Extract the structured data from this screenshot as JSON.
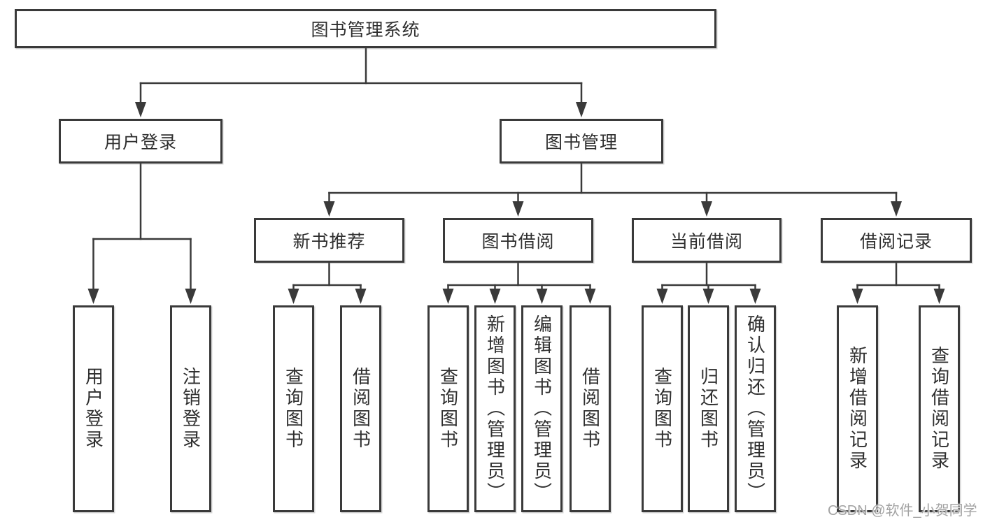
{
  "diagram": {
    "type": "hierarchy",
    "tree": {
      "label": "图书管理系统",
      "children": [
        {
          "label": "用户登录",
          "children": [
            {
              "label": "用户登录"
            },
            {
              "label": "注销登录"
            }
          ]
        },
        {
          "label": "图书管理",
          "children": [
            {
              "label": "新书推荐",
              "children": [
                {
                  "label": "查询图书"
                },
                {
                  "label": "借阅图书"
                }
              ]
            },
            {
              "label": "图书借阅",
              "children": [
                {
                  "label": "查询图书"
                },
                {
                  "label": "新增图书（管理员）"
                },
                {
                  "label": "编辑图书（管理员）"
                },
                {
                  "label": "借阅图书"
                }
              ]
            },
            {
              "label": "当前借阅",
              "children": [
                {
                  "label": "查询图书"
                },
                {
                  "label": "归还图书"
                },
                {
                  "label": "确认归还（管理员）"
                }
              ]
            },
            {
              "label": "借阅记录",
              "children": [
                {
                  "label": "新增借阅记录"
                },
                {
                  "label": "查询借阅记录"
                }
              ]
            }
          ]
        }
      ]
    }
  },
  "watermark": "CSDN @软件_小贺同学",
  "colors": {
    "line": "#3a3a3a",
    "box_border": "#3a3a3a",
    "text": "#2f2f2f",
    "watermark": "#a3a3a3",
    "background": "#ffffff"
  }
}
